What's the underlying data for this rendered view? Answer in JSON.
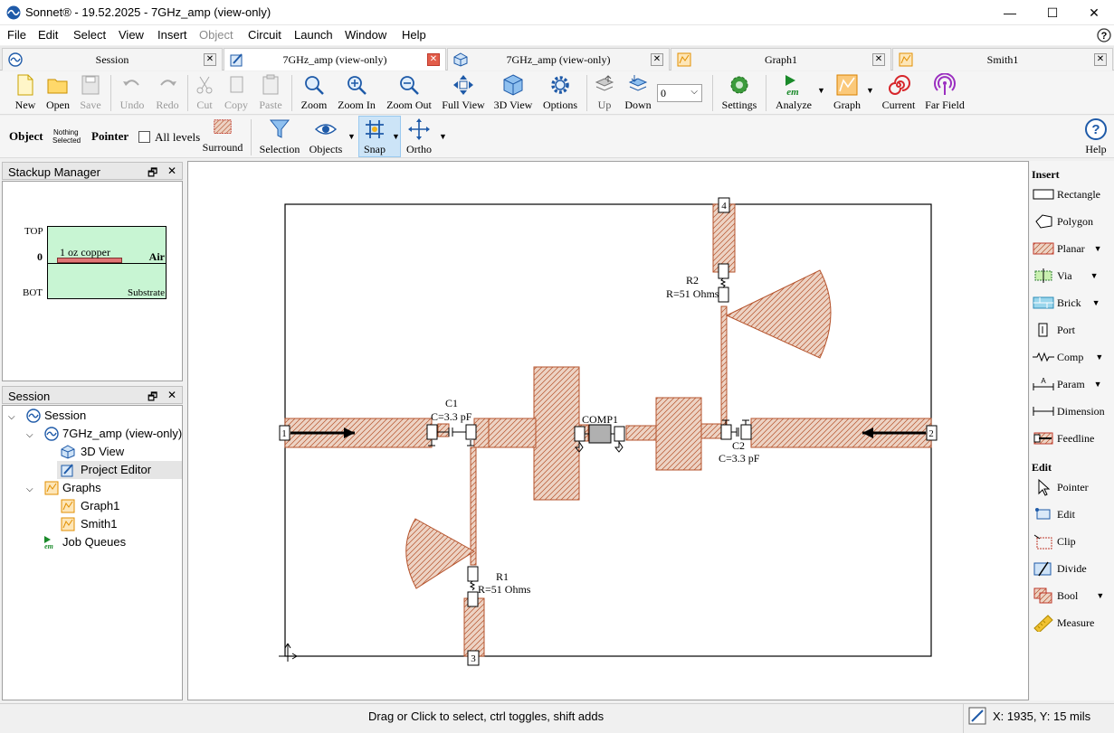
{
  "window": {
    "title": "Sonnet® - 19.52.2025 - 7GHz_amp (view-only)",
    "minimize": "—",
    "maximize": "☐",
    "close": "✕"
  },
  "menu": [
    "File",
    "Edit",
    "Select",
    "View",
    "Insert",
    "Object",
    "Circuit",
    "Launch",
    "Window",
    "Help"
  ],
  "tabs": [
    {
      "label": "Session"
    },
    {
      "label": "7GHz_amp (view-only)"
    },
    {
      "label": "7GHz_amp (view-only)"
    },
    {
      "label": "Graph1"
    },
    {
      "label": "Smith1"
    }
  ],
  "toolbar": {
    "new": "New",
    "open": "Open",
    "save": "Save",
    "undo": "Undo",
    "redo": "Redo",
    "cut": "Cut",
    "copy": "Copy",
    "paste": "Paste",
    "zoom": "Zoom",
    "zoom_in": "Zoom In",
    "zoom_out": "Zoom Out",
    "full_view": "Full View",
    "view3d": "3D View",
    "options": "Options",
    "up": "Up",
    "down": "Down",
    "level": "0",
    "settings": "Settings",
    "analyze": "Analyze",
    "graph": "Graph",
    "current": "Current",
    "far_field": "Far Field"
  },
  "toolbar2": {
    "object": "Object",
    "nothing": "Nothing",
    "selected": "Selected",
    "pointer": "Pointer",
    "all_levels": "All levels",
    "surround": "Surround",
    "selection": "Selection",
    "objects": "Objects",
    "snap": "Snap",
    "ortho": "Ortho",
    "help": "Help"
  },
  "stackup": {
    "title": "Stackup Manager",
    "top": "TOP",
    "zero": "0",
    "bot": "BOT",
    "copper": "1 oz copper",
    "air": "Air",
    "substrate": "Substrate"
  },
  "session": {
    "title": "Session",
    "items": [
      "Session",
      "7GHz_amp (view-only)",
      "3D View",
      "Project Editor",
      "Graphs",
      "Graph1",
      "Smith1",
      "Job Queues"
    ]
  },
  "circuit": {
    "c1": "C1",
    "c1_val": "C=3.3 pF",
    "c2": "C2",
    "c2_val": "C=3.3 pF",
    "r1": "R1",
    "r1_val": "R=51 Ohms",
    "r2": "R2",
    "r2_val": "R=51 Ohms",
    "comp1": "COMP1",
    "ports": [
      "1",
      "2",
      "3",
      "4"
    ]
  },
  "insert": {
    "title": "Insert",
    "items": [
      "Rectangle",
      "Polygon",
      "Planar",
      "Via",
      "Brick",
      "Port",
      "Comp",
      "Param",
      "Dimension",
      "Feedline"
    ]
  },
  "edit": {
    "title": "Edit",
    "items": [
      "Pointer",
      "Edit",
      "Clip",
      "Divide",
      "Bool",
      "Measure"
    ]
  },
  "status": {
    "message": "Drag or Click to select, ctrl toggles, shift adds",
    "coords": "X: 1935, Y: 15 mils"
  },
  "colors": {
    "metal": "#e7c4b3",
    "metal_edge": "#b5532c",
    "accent": "#0078d7",
    "stack_green": "#c8f5d3"
  }
}
